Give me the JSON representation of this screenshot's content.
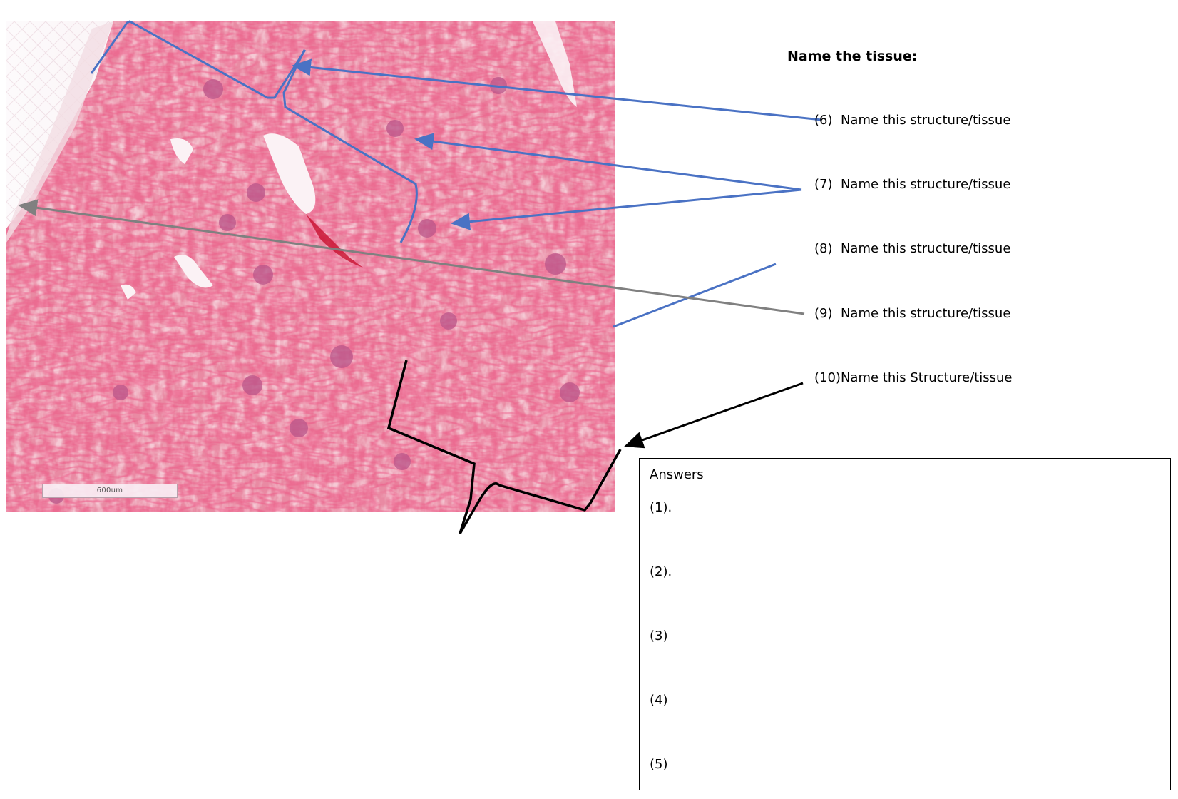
{
  "image": {
    "description_colors": {
      "tissue": "#e8879f",
      "fat": "#fbf6f8",
      "blood": "#d41a3a"
    },
    "scale_bar_label": "600um"
  },
  "worksheet": {
    "heading": "Name the tissue:",
    "questions": [
      {
        "number": "(6)",
        "text": "Name this structure/tissue"
      },
      {
        "number": "(7)",
        "text": "Name this structure/tissue"
      },
      {
        "number": "(8)",
        "text": "Name this structure/tissue"
      },
      {
        "number": "(9)",
        "text": "Name this structure/tissue"
      },
      {
        "number": "(10)",
        "text": "Name this Structure/tissue"
      }
    ]
  },
  "answers": {
    "title": "Answers",
    "items": [
      "(1).",
      "(2).",
      "(3)",
      "(4)",
      "(5)"
    ]
  },
  "annotation_colors": {
    "blue": "#4a72c4",
    "gray": "#808080",
    "black": "#000000"
  }
}
